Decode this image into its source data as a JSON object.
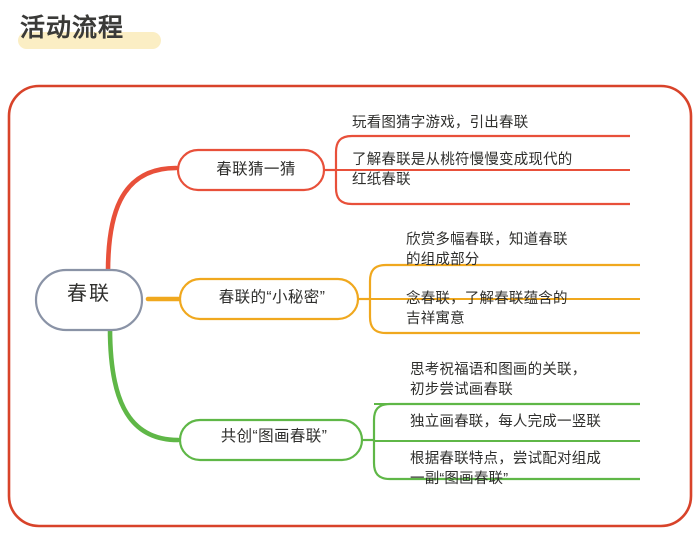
{
  "page": {
    "title": "活动流程",
    "background_color": "#ffffff",
    "title_color": "#3a3a38",
    "title_highlight_color": "#fbeec4",
    "frame_color": "#d8432a"
  },
  "mindmap": {
    "root": {
      "label": "春联",
      "border_color": "#8a93a6",
      "text_color": "#2f2f2d"
    },
    "branches": [
      {
        "label": "春联猜一猜",
        "color": "#e8503a",
        "leaves": [
          {
            "text": "玩看图猜字游戏，引出春联"
          },
          {
            "text": "了解春联是从桃符慢慢变成现代的\n红纸春联"
          }
        ]
      },
      {
        "label": "春联的“小秘密”",
        "color": "#f0a81e",
        "leaves": [
          {
            "text": "欣赏多幅春联，知道春联\n的组成部分"
          },
          {
            "text": "念春联，了解春联蕴含的\n吉祥寓意"
          }
        ]
      },
      {
        "label": "共创“图画春联”",
        "color": "#56b council",
        "leaves": [
          {
            "text": "思考祝福语和图画的关联，\n初步尝试画春联"
          },
          {
            "text": "独立画春联，每人完成一竖联"
          },
          {
            "text": "根据春联特点，尝试配对组成\n一副“图画春联”"
          }
        ]
      }
    ]
  }
}
